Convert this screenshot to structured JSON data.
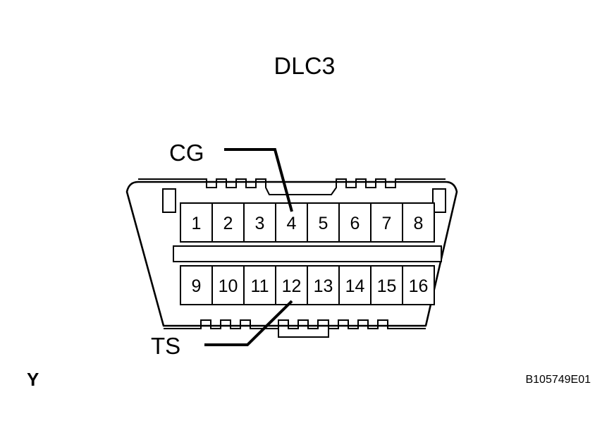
{
  "figure": {
    "title": "DLC3",
    "code": "B105749E01",
    "corner_mark": "Y"
  },
  "connector": {
    "name": "DLC3 connector face view",
    "top_row_pins": [
      "1",
      "2",
      "3",
      "4",
      "5",
      "6",
      "7",
      "8"
    ],
    "bottom_row_pins": [
      "9",
      "10",
      "11",
      "12",
      "13",
      "14",
      "15",
      "16"
    ],
    "colors": {
      "line": "#000000",
      "background": "#ffffff"
    }
  },
  "callouts": [
    {
      "label": "CG",
      "target_pin": "4",
      "position": "upper-left"
    },
    {
      "label": "TS",
      "target_pin": "12",
      "position": "lower-left"
    }
  ]
}
